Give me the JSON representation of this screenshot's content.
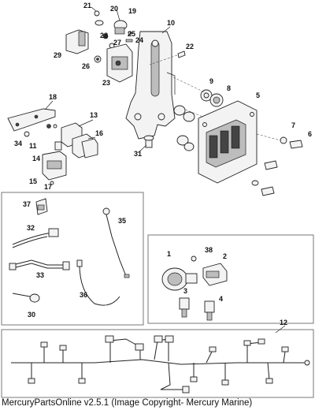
{
  "caption": "MercuryPartsOnline v2.5.1 (Image Copyright- Mercury Marine)",
  "callouts": {
    "c1": "1",
    "c2": "2",
    "c3": "3",
    "c4": "4",
    "c5": "5",
    "c6": "6",
    "c7": "7",
    "c8": "8",
    "c9": "9",
    "c10": "10",
    "c11": "11",
    "c12": "12",
    "c13": "13",
    "c14": "14",
    "c15": "15",
    "c16": "16",
    "c17": "17",
    "c18": "18",
    "c19": "19",
    "c20": "20",
    "c21": "21",
    "c22": "22",
    "c23": "23",
    "c24": "24",
    "c25": "25",
    "c26": "26",
    "c27": "27",
    "c28": "28",
    "c29": "29",
    "c30": "30",
    "c31": "31",
    "c32": "32",
    "c33": "33",
    "c34": "34",
    "c35": "35",
    "c36": "36",
    "c37": "37",
    "c38": "38"
  }
}
